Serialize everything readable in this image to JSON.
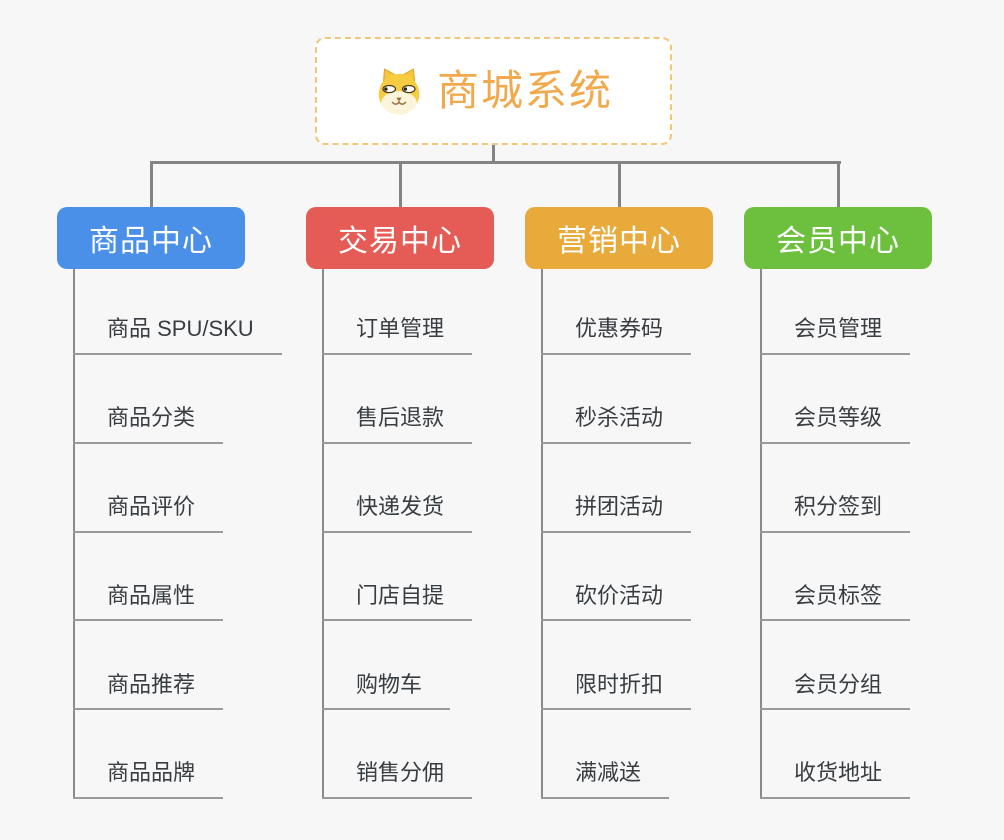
{
  "root": {
    "title": "商城系统",
    "icon": "doge-icon"
  },
  "colors": {
    "root_text": "#f2a94c",
    "root_border": "#f3c577",
    "connector": "#848484",
    "underline": "#9a9a9a",
    "leaf_text": "#383d42",
    "branch_text": "#ffffff"
  },
  "branches": [
    {
      "label": "商品中心",
      "color": "#4a90e8",
      "items": [
        "商品 SPU/SKU",
        "商品分类",
        "商品评价",
        "商品属性",
        "商品推荐",
        "商品品牌"
      ]
    },
    {
      "label": "交易中心",
      "color": "#e55c56",
      "items": [
        "订单管理",
        "售后退款",
        "快递发货",
        "门店自提",
        "购物车",
        "销售分佣"
      ]
    },
    {
      "label": "营销中心",
      "color": "#e9aa3c",
      "items": [
        "优惠券码",
        "秒杀活动",
        "拼团活动",
        "砍价活动",
        "限时折扣",
        "满减送"
      ]
    },
    {
      "label": "会员中心",
      "color": "#6dc03e",
      "items": [
        "会员管理",
        "会员等级",
        "积分签到",
        "会员标签",
        "会员分组",
        "收货地址"
      ]
    }
  ]
}
